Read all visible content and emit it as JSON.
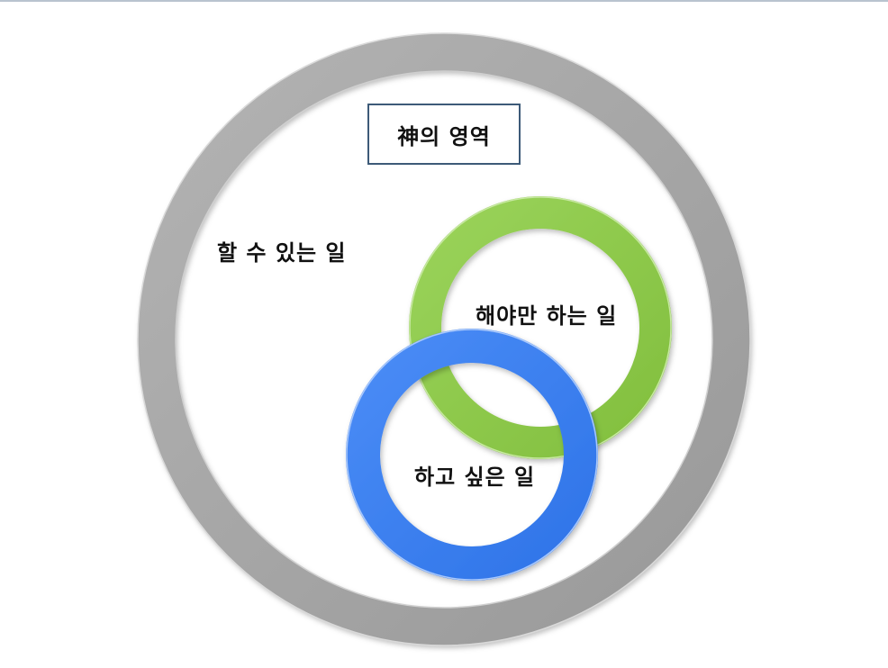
{
  "diagram": {
    "title": "神의 영역",
    "outer_label": "할 수 있는 일",
    "green_label": "해야만 하는 일",
    "blue_label": "하고 싶은 일",
    "colors": {
      "outer_ring": "#a6a6a6",
      "green_ring": "#8fc94a",
      "blue_ring": "#3a7ff0",
      "title_border": "#3d5a78"
    }
  }
}
